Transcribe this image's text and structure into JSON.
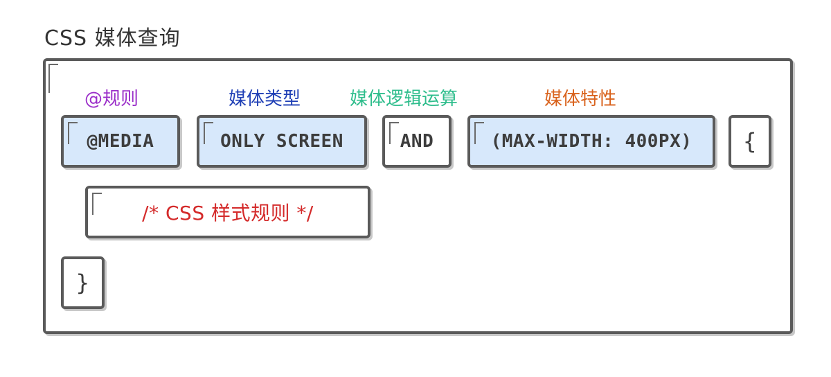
{
  "title": "CSS 媒体查询",
  "labels": {
    "at_rule": "@规则",
    "media_type": "媒体类型",
    "logic_op": "媒体逻辑运算",
    "media_feature": "媒体特性"
  },
  "tokens": {
    "media": "@MEDIA",
    "only_screen": "ONLY SCREEN",
    "and": "AND",
    "max_width": "(MAX-WIDTH: 400PX)",
    "open_brace": "{",
    "comment": "/* CSS 样式规则 */",
    "close_brace": "}"
  },
  "colors": {
    "at_rule": "#9b2fc9",
    "media_type": "#1f3fb5",
    "logic_op": "#2ebd8c",
    "media_feature": "#d9621c",
    "comment": "#d42a2a",
    "token_fill": "#d7e8fb",
    "border": "#5a5a5a"
  }
}
